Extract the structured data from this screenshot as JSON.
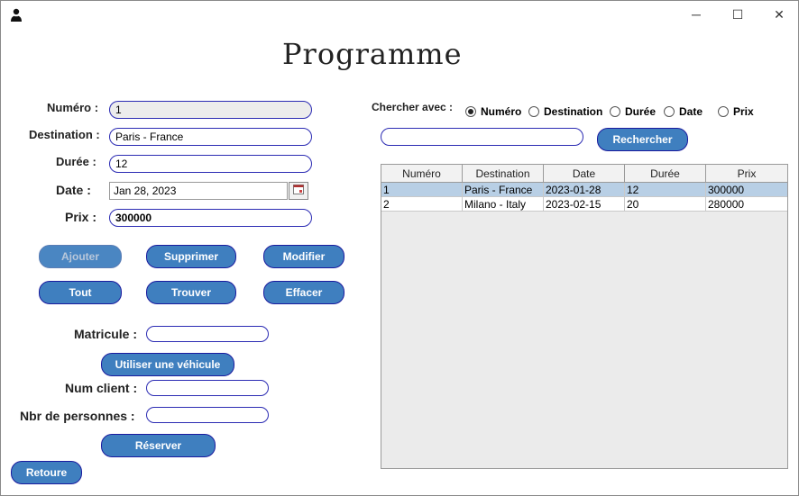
{
  "window": {
    "app_icon": "user-icon",
    "controls": {
      "minimize": "─",
      "maximize": "☐",
      "close": "✕"
    }
  },
  "title": "Programme",
  "form": {
    "numero": {
      "label": "Numéro :",
      "value": "1"
    },
    "destination": {
      "label": "Destination :",
      "value": "Paris - France"
    },
    "duree": {
      "label": "Durée :",
      "value": "12"
    },
    "date": {
      "label": "Date :",
      "value": "Jan 28, 2023"
    },
    "prix": {
      "label": "Prix :",
      "value": "300000"
    }
  },
  "buttons": {
    "ajouter": "Ajouter",
    "supprimer": "Supprimer",
    "modifier": "Modifier",
    "tout": "Tout",
    "trouver": "Trouver",
    "effacer": "Effacer",
    "utiliser_vehicule": "Utiliser une véhicule",
    "reserver": "Réserver",
    "retoure": "Retoure",
    "rechercher": "Rechercher"
  },
  "reservation": {
    "matricule": {
      "label": "Matricule :",
      "value": ""
    },
    "num_client": {
      "label": "Num client :",
      "value": ""
    },
    "nbr_personnes": {
      "label": "Nbr de personnes :",
      "value": ""
    }
  },
  "search": {
    "label": "Chercher avec :",
    "options": [
      "Numéro",
      "Destination",
      "Durée",
      "Date",
      "Prix"
    ],
    "selected": "Numéro",
    "query": ""
  },
  "table": {
    "columns": [
      "Numéro",
      "Destination",
      "Date",
      "Durée",
      "Prix"
    ],
    "rows": [
      [
        "1",
        "Paris - France",
        "2023-01-28",
        "12",
        "300000"
      ],
      [
        "2",
        "Milano - Italy",
        "2023-02-15",
        "20",
        "280000"
      ]
    ],
    "selected_row": 0
  },
  "colors": {
    "button_bg": "#3f7fbf",
    "field_border": "#2b2bb3",
    "selected_row": "#b8cfe5"
  }
}
